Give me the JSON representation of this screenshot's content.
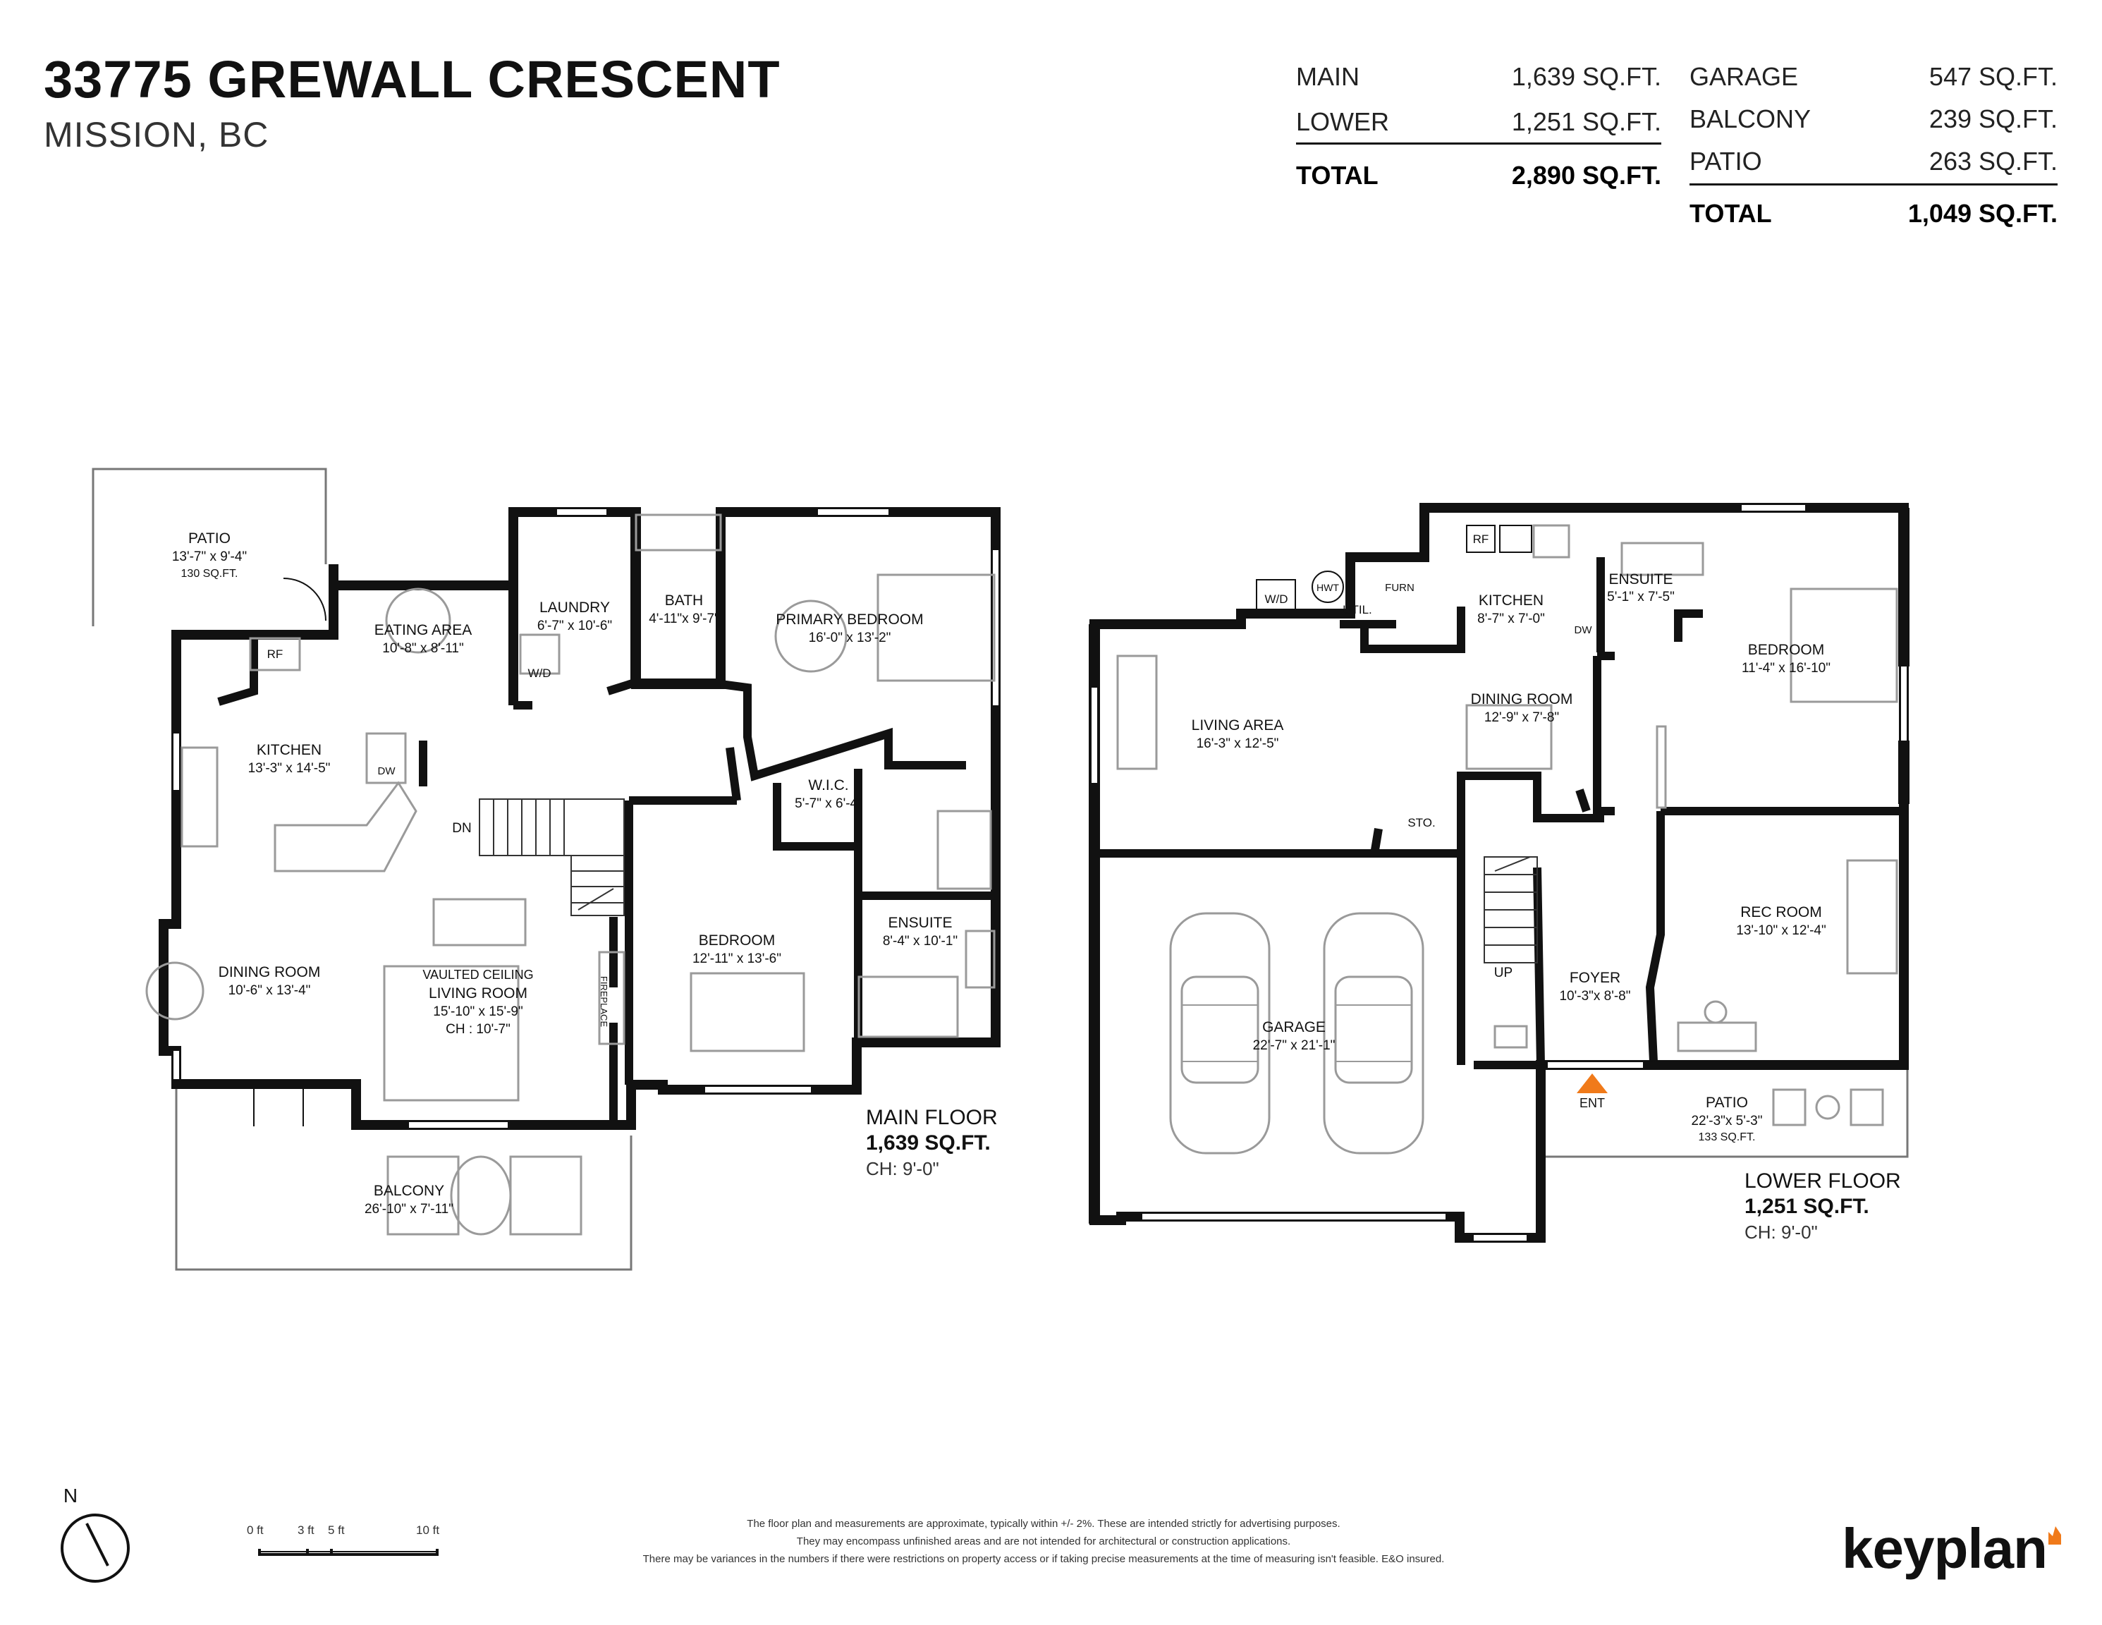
{
  "header": {
    "address": "33775 GREWALL CRESCENT",
    "city": "MISSION, BC"
  },
  "area_summary": {
    "interior": [
      {
        "label": "MAIN",
        "value": "1,639 SQ.FT."
      },
      {
        "label": "LOWER",
        "value": "1,251 SQ.FT."
      }
    ],
    "interior_total": {
      "label": "TOTAL",
      "value": "2,890 SQ.FT."
    },
    "exterior": [
      {
        "label": "GARAGE",
        "value": "547 SQ.FT."
      },
      {
        "label": "BALCONY",
        "value": "239 SQ.FT."
      },
      {
        "label": "PATIO",
        "value": "263 SQ.FT."
      }
    ],
    "exterior_total": {
      "label": "TOTAL",
      "value": "1,049 SQ.FT."
    }
  },
  "main_floor": {
    "label": {
      "name": "MAIN FLOOR",
      "size": "1,639 SQ.FT.",
      "ceiling": "CH: 9'-0\""
    },
    "rooms": {
      "patio": {
        "name": "PATIO",
        "dims": "13'-7\"  x  9'-4\"",
        "area": "130 SQ.FT."
      },
      "eating": {
        "name": "EATING AREA",
        "dims": "10'-8\"  x  8'-11\""
      },
      "laundry": {
        "name": "LAUNDRY",
        "dims": "6'-7\"  x  10'-6\""
      },
      "bath": {
        "name": "BATH",
        "dims": "4'-11\"x 9'-7\""
      },
      "primary": {
        "name": "PRIMARY BEDROOM",
        "dims": "16'-0\"  x  13'-2\""
      },
      "kitchen": {
        "name": "KITCHEN",
        "dims": "13'-3\"  x  14'-5\""
      },
      "wic": {
        "name": "W.I.C.",
        "dims": "5'-7\" x 6'-4\""
      },
      "bedroom": {
        "name": "BEDROOM",
        "dims": "12'-11\"  x  13'-6\""
      },
      "ensuite": {
        "name": "ENSUITE",
        "dims": "8'-4\" x 10'-1\""
      },
      "dining": {
        "name": "DINING ROOM",
        "dims": "10'-6\"  x  13'-4\""
      },
      "living": {
        "vaulted": "VAULTED CEILING",
        "name": "LIVING ROOM",
        "dims": "15'-10\"  x  15'-9\"",
        "ch": "CH : 10'-7\""
      },
      "balcony": {
        "name": "BALCONY",
        "dims": "26'-10\"  x  7'-11\""
      }
    },
    "fixtures": {
      "rf": "RF",
      "dw": "DW",
      "wd": "W/D",
      "dn": "DN",
      "fireplace": "FIREPLACE"
    }
  },
  "lower_floor": {
    "label": {
      "name": "LOWER FLOOR",
      "size": "1,251 SQ.FT.",
      "ceiling": "CH: 9'-0\""
    },
    "rooms": {
      "kitchen": {
        "name": "KITCHEN",
        "dims": "8'-7\"  x  7'-0\""
      },
      "ensuite": {
        "name": "ENSUITE",
        "dims": "5'-1\" x 7'-5\""
      },
      "bedroom": {
        "name": "BEDROOM",
        "dims": "11'-4\"  x  16'-10\""
      },
      "living": {
        "name": "LIVING AREA",
        "dims": "16'-3\"  x  12'-5\""
      },
      "dining": {
        "name": "DINING ROOM",
        "dims": "12'-9\"  x  7'-8\""
      },
      "rec": {
        "name": "REC ROOM",
        "dims": "13'-10\"  x  12'-4\""
      },
      "garage": {
        "name": "GARAGE",
        "dims": "22'-7\"  x  21'-1\""
      },
      "foyer": {
        "name": "FOYER",
        "dims": "10'-3\"x 8'-8\""
      },
      "patio": {
        "name": "PATIO",
        "dims": "22'-3\"x 5'-3\"",
        "area": "133 SQ.FT."
      }
    },
    "fixtures": {
      "rf": "RF",
      "wd": "W/D",
      "hwt": "HWT",
      "furn": "FURN",
      "util": "UTIL.",
      "dw": "DW",
      "sto": "STO.",
      "up": "UP",
      "ent": "ENT"
    }
  },
  "north": "N",
  "scale_bar": {
    "ticks": [
      "0 ft",
      "3 ft",
      "5 ft",
      "10 ft"
    ]
  },
  "disclaimer": [
    "The floor plan and measurements are approximate, typically within +/- 2%. These are intended strictly for advertising purposes.",
    "They may encompass unfinished areas and are not intended for architectural or construction applications.",
    "There may be variances in the numbers if there were restrictions on property access or if taking precise measurements at the time of measuring isn't feasible. E&O insured."
  ],
  "brand": "keyplan",
  "colors": {
    "wall": "#111111",
    "accent": "#f07a1a",
    "fixture": "#9a9a9a"
  }
}
